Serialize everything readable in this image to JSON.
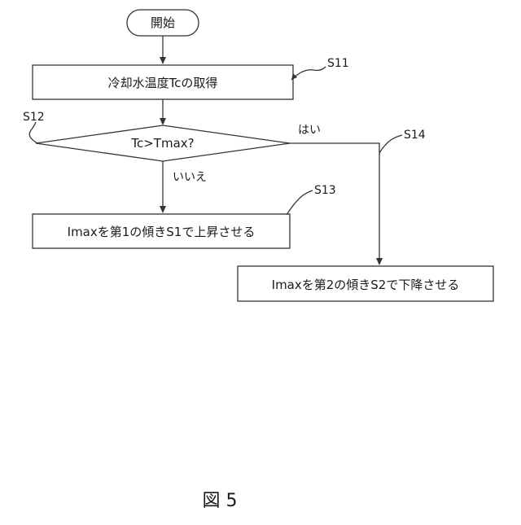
{
  "flowchart": {
    "start": "開始",
    "s11": {
      "label": "S11",
      "text": "冷却水温度Tcの取得"
    },
    "s12": {
      "label": "S12",
      "text": "Tc>Tmax?"
    },
    "s13": {
      "label": "S13",
      "text": "Imaxを第1の傾きS1で上昇させる"
    },
    "s14": {
      "label": "S14",
      "text": "Imaxを第2の傾きS2で下降させる"
    },
    "yes": "はい",
    "no": "いいえ"
  },
  "figure_caption": "図 5"
}
